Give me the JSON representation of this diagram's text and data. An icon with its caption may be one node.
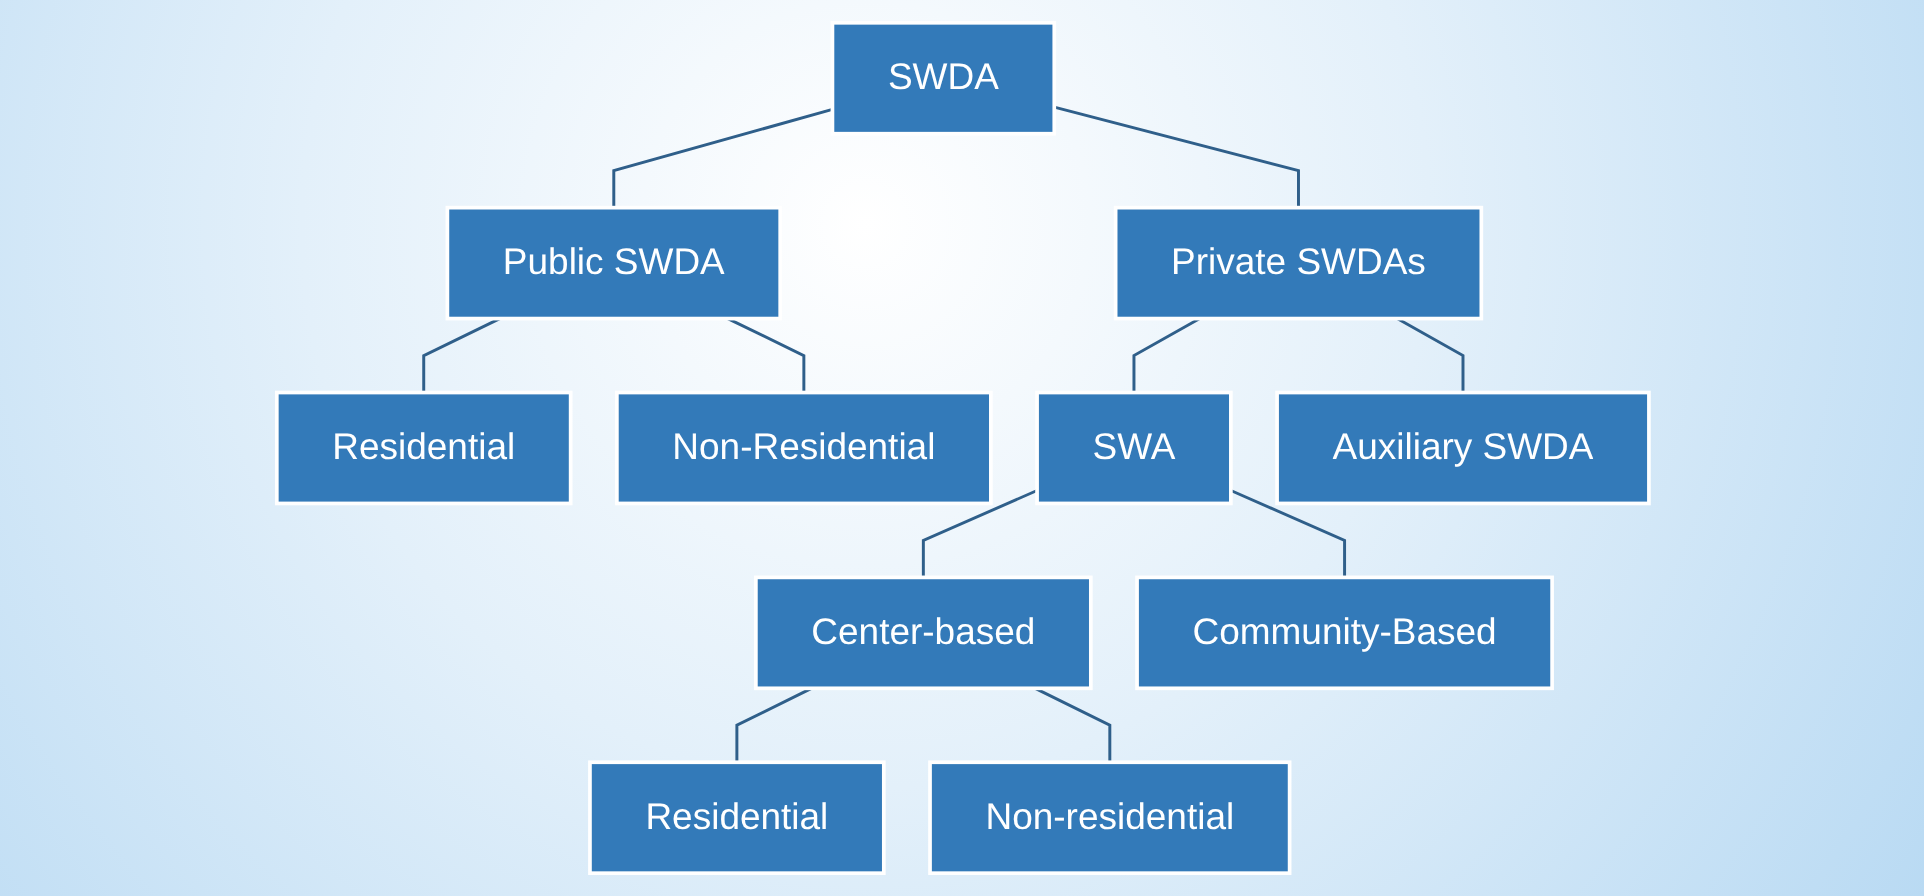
{
  "diagram": {
    "nodes": [
      {
        "text": [
          "SWDA"
        ]
      },
      {
        "text": [
          "Public SWDA"
        ]
      },
      {
        "text": [
          "Private SWDAs"
        ]
      },
      {
        "text": [
          "Residential"
        ]
      },
      {
        "text": [
          "Non-Residential"
        ]
      },
      {
        "text": [
          "SWA"
        ]
      },
      {
        "text": [
          "Auxiliary SWDA"
        ]
      },
      {
        "text": [
          "Center-based"
        ]
      },
      {
        "text": [
          "Community-Based"
        ]
      },
      {
        "text": [
          "Residential"
        ]
      },
      {
        "text": [
          "Non-residential"
        ]
      }
    ],
    "edges": [
      {
        "from": 0,
        "to": 1,
        "arrow": "none"
      },
      {
        "from": 0,
        "to": 2,
        "arrow": "none"
      },
      {
        "from": 1,
        "to": 3,
        "arrow": "none"
      },
      {
        "from": 1,
        "to": 4,
        "arrow": "none"
      },
      {
        "from": 2,
        "to": 5,
        "arrow": "none"
      },
      {
        "from": 2,
        "to": 6,
        "arrow": "none"
      },
      {
        "from": 5,
        "to": 7,
        "arrow": "none"
      },
      {
        "from": 5,
        "to": 8,
        "arrow": "none"
      },
      {
        "from": 7,
        "to": 9,
        "arrow": "none"
      },
      {
        "from": 7,
        "to": 10,
        "arrow": "none"
      }
    ]
  }
}
